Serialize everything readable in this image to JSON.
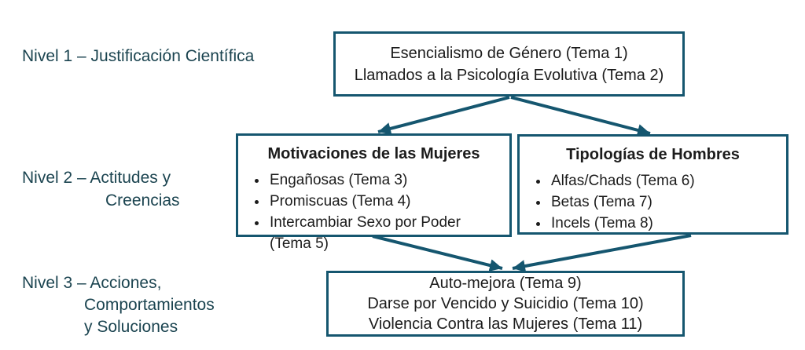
{
  "colors": {
    "accent": "#15566f",
    "label_text": "#1b4450",
    "box_text": "#1c1c1c",
    "background": "#ffffff"
  },
  "levels": [
    {
      "label_lines": [
        "Nivel 1 – Justificación Científica"
      ]
    },
    {
      "label_lines": [
        "Nivel 2 – Actitudes y",
        "Creencias"
      ]
    },
    {
      "label_lines": [
        "Nivel 3 – Acciones,",
        "Comportamientos",
        "y Soluciones"
      ]
    }
  ],
  "boxes": {
    "level1": {
      "lines": [
        "Esencialismo de Género (Tema 1)",
        "Llamados a la Psicología Evolutiva (Tema 2)"
      ]
    },
    "level2_left": {
      "title": "Motivaciones de las Mujeres",
      "bullets": [
        "Engañosas (Tema 3)",
        "Promiscuas (Tema 4)",
        "Intercambiar Sexo por Poder (Tema 5)"
      ]
    },
    "level2_right": {
      "title": "Tipologías de Hombres",
      "bullets": [
        "Alfas/Chads (Tema 6)",
        "Betas (Tema 7)",
        "Incels (Tema 8)"
      ]
    },
    "level3": {
      "lines": [
        "Auto-mejora (Tema 9)",
        "Darse por Vencido y Suicidio (Tema 10)",
        "Violencia Contra las Mujeres (Tema 11)"
      ]
    }
  }
}
